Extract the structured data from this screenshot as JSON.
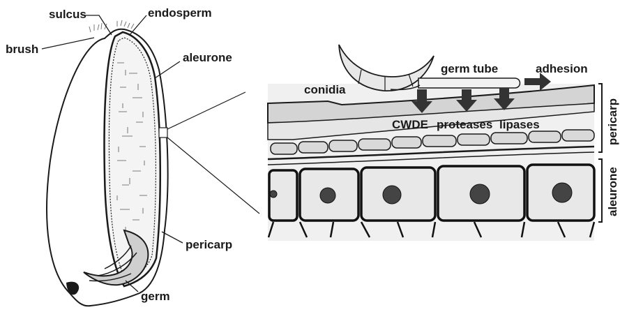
{
  "grain_labels": {
    "sulcus": "sulcus",
    "endosperm": "endosperm",
    "brush": "brush",
    "aleurone": "aleurone",
    "pericarp": "pericarp",
    "germ": "germ"
  },
  "detail_labels": {
    "conidia": "conidia",
    "germ_tube": "germ tube",
    "adhesion": "adhesion",
    "cwde": "CWDE",
    "proteases": "proteases",
    "lipases": "lipases",
    "pericarp_side": "pericarp",
    "aleurone_side": "aleurone"
  },
  "colors": {
    "ink": "#1a1a1a",
    "background": "#ffffff",
    "cell_fill": "#dedede",
    "endosperm_fill": "#f4f4f4",
    "arrow": "#3a3a3a"
  }
}
